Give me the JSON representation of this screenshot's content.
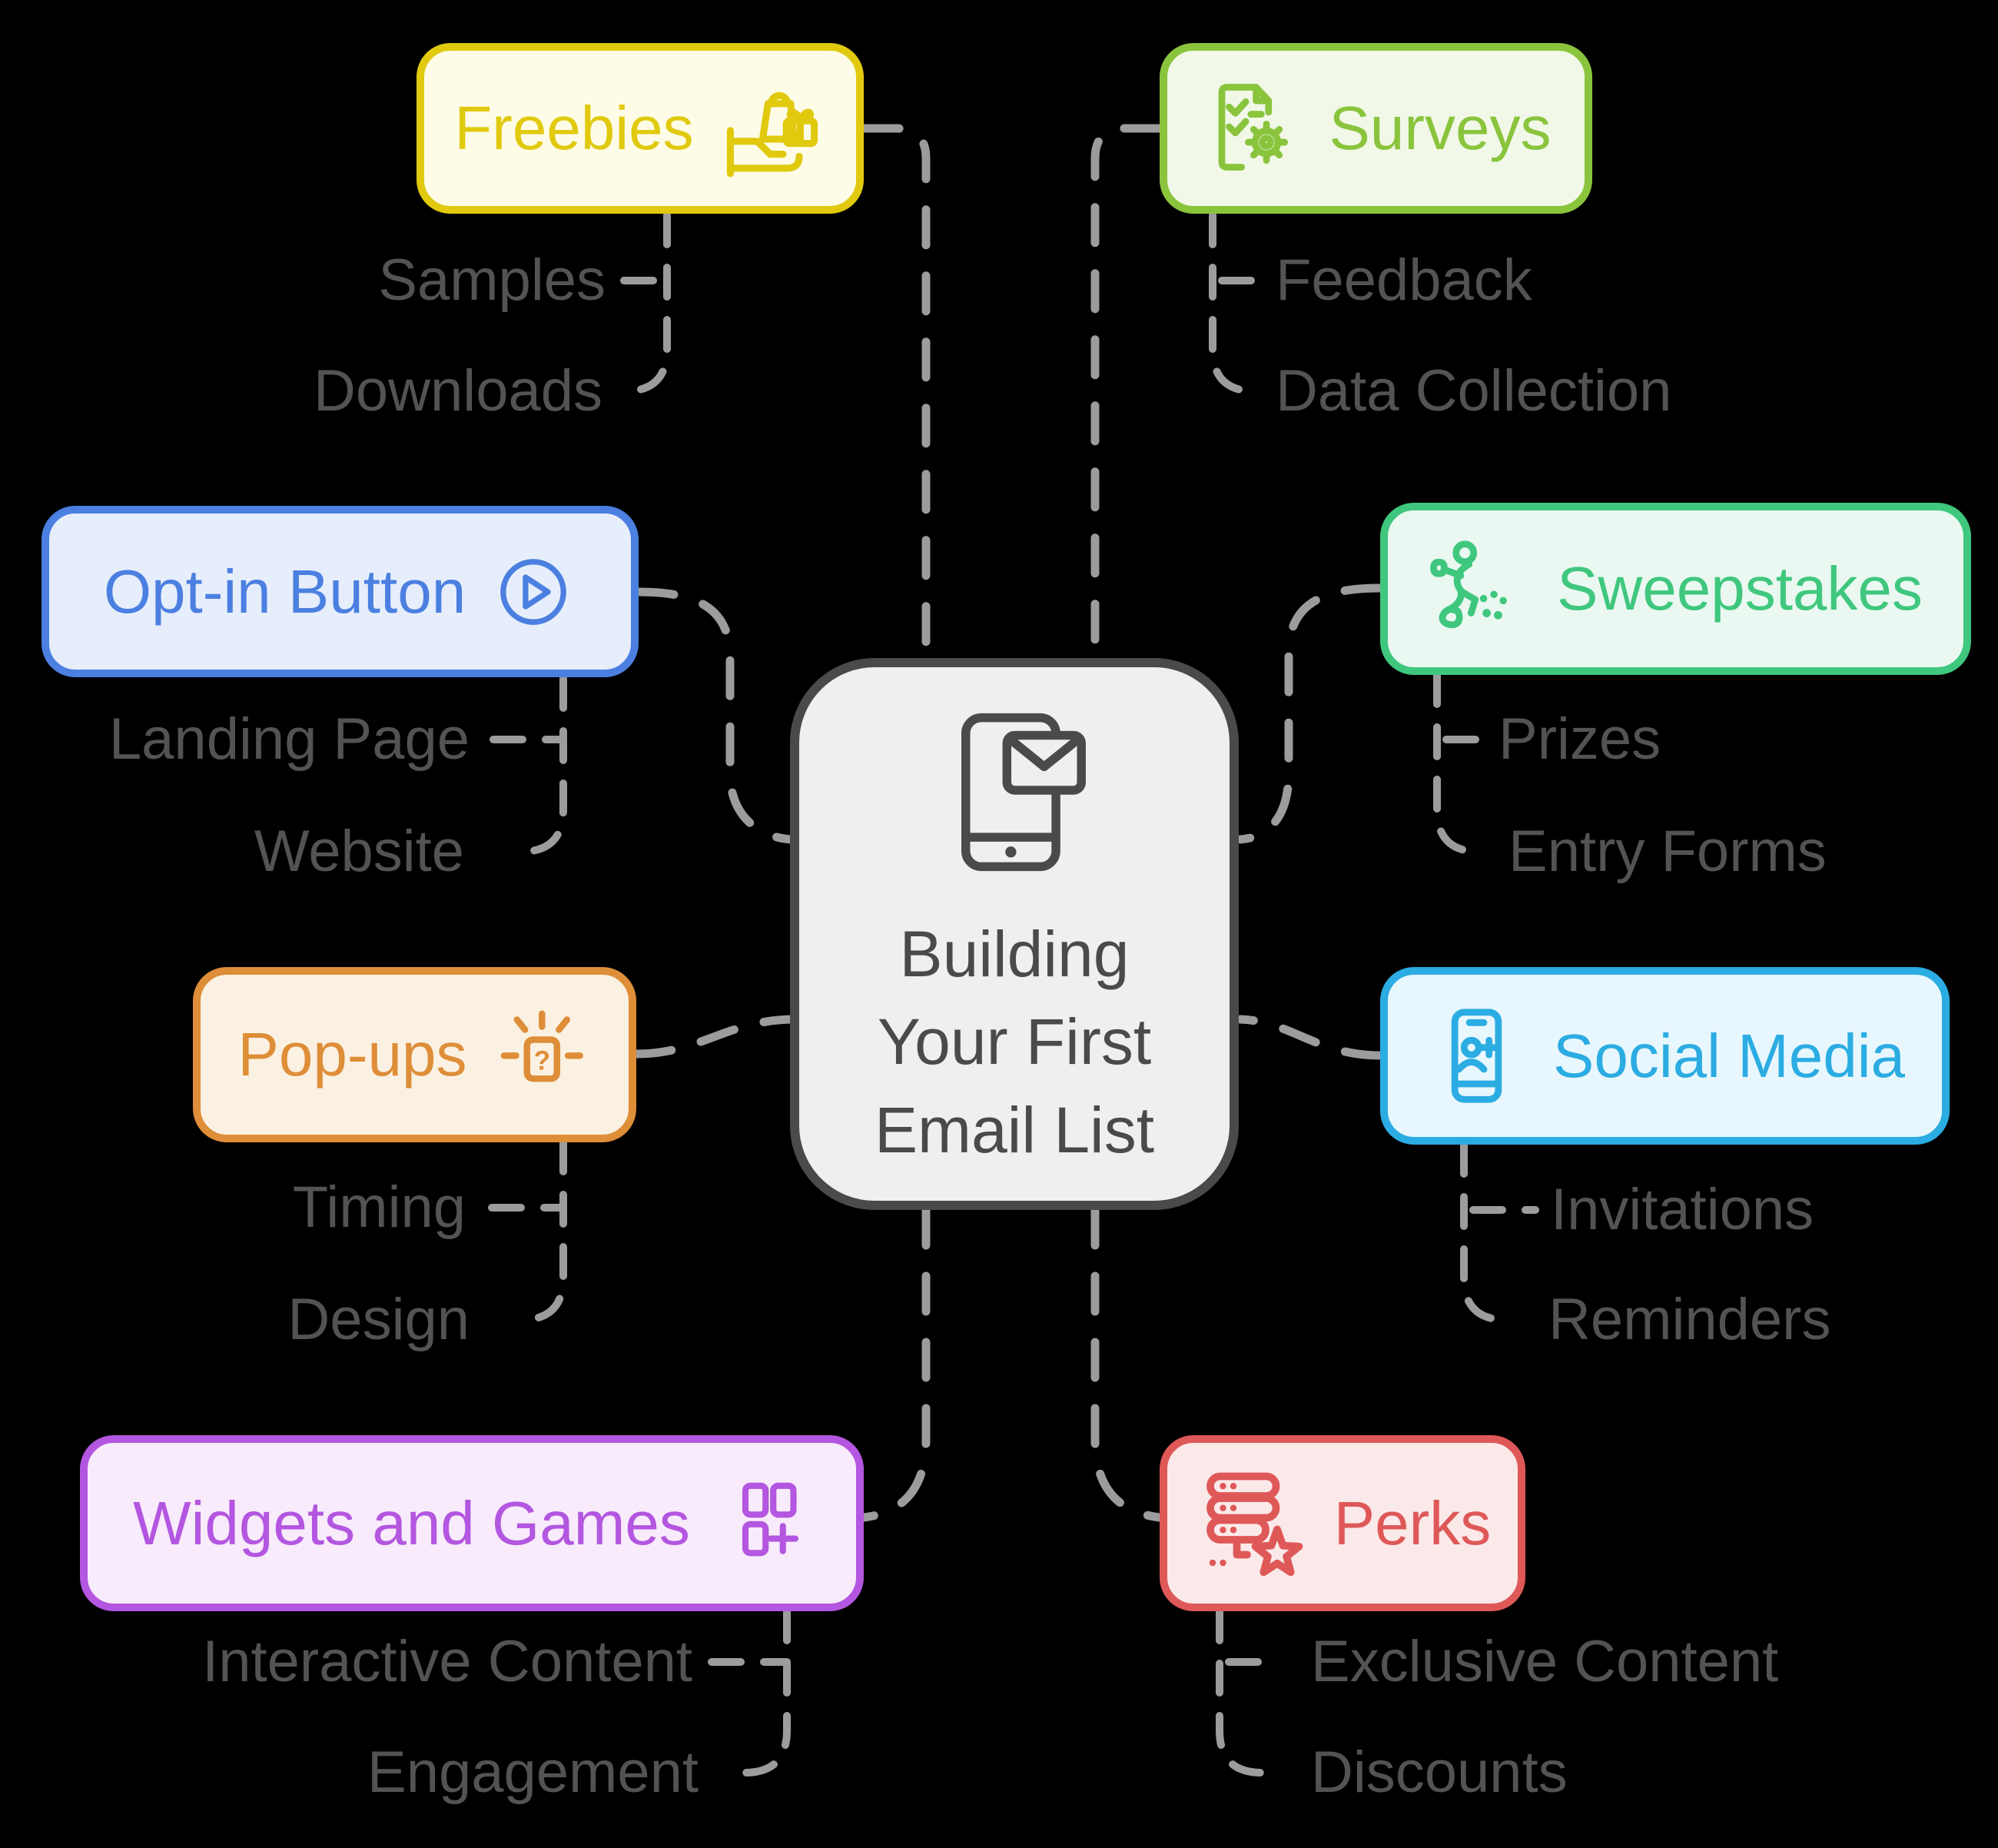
{
  "palette": {
    "background": "#000000",
    "connector_color": "#9C9C9C",
    "sublabel_color": "#535353"
  },
  "central": {
    "lines": [
      "Building",
      "Your First",
      "Email List"
    ],
    "title": "Building Your First Email List",
    "icon": "phone-email-icon",
    "border": "#4A4A4A",
    "bg": "#EFEFEF",
    "text": "#4A4A4A"
  },
  "nodes": [
    {
      "id": "freebies",
      "label": "Freebies",
      "icon": "gift-hand-icon",
      "icon_side": "right",
      "accent": "#E1C90E",
      "bg": "#FEFCE6",
      "children": [
        {
          "label": "Samples"
        },
        {
          "label": "Downloads"
        }
      ]
    },
    {
      "id": "surveys",
      "label": "Surveys",
      "icon": "survey-gear-icon",
      "icon_side": "left",
      "accent": "#8AC43D",
      "bg": "#F1F8E7",
      "children": [
        {
          "label": "Feedback"
        },
        {
          "label": "Data Collection"
        }
      ]
    },
    {
      "id": "optin",
      "label": "Opt-in Button",
      "icon": "play-icon",
      "icon_side": "right",
      "accent": "#4B80E1",
      "bg": "#E7EEFB",
      "children": [
        {
          "label": "Landing Page"
        },
        {
          "label": "Website"
        }
      ]
    },
    {
      "id": "sweepstakes",
      "label": "Sweepstakes",
      "icon": "winner-icon",
      "icon_side": "left",
      "accent": "#3FC77E",
      "bg": "#EAF8F1",
      "children": [
        {
          "label": "Prizes"
        },
        {
          "label": "Entry Forms"
        }
      ]
    },
    {
      "id": "popups",
      "label": "Pop-ups",
      "icon": "popup-question-icon",
      "icon_side": "right",
      "accent": "#DE8E38",
      "bg": "#FBF1E2",
      "children": [
        {
          "label": "Timing"
        },
        {
          "label": "Design"
        }
      ]
    },
    {
      "id": "social",
      "label": "Social Media",
      "icon": "phone-add-user-icon",
      "icon_side": "left",
      "accent": "#2BACE2",
      "bg": "#E8F7FD",
      "children": [
        {
          "label": "Invitations"
        },
        {
          "label": "Reminders"
        }
      ]
    },
    {
      "id": "widgets",
      "label": "Widgets and Games",
      "icon": "widgets-plus-icon",
      "icon_side": "right",
      "accent": "#B356E0",
      "bg": "#F8EBFB",
      "children": [
        {
          "label": "Interactive Content"
        },
        {
          "label": "Engagement"
        }
      ]
    },
    {
      "id": "perks",
      "label": "Perks",
      "icon": "server-star-icon",
      "icon_side": "left",
      "accent": "#DF5858",
      "bg": "#FBE9E9",
      "children": [
        {
          "label": "Exclusive Content"
        },
        {
          "label": "Discounts"
        }
      ]
    }
  ]
}
